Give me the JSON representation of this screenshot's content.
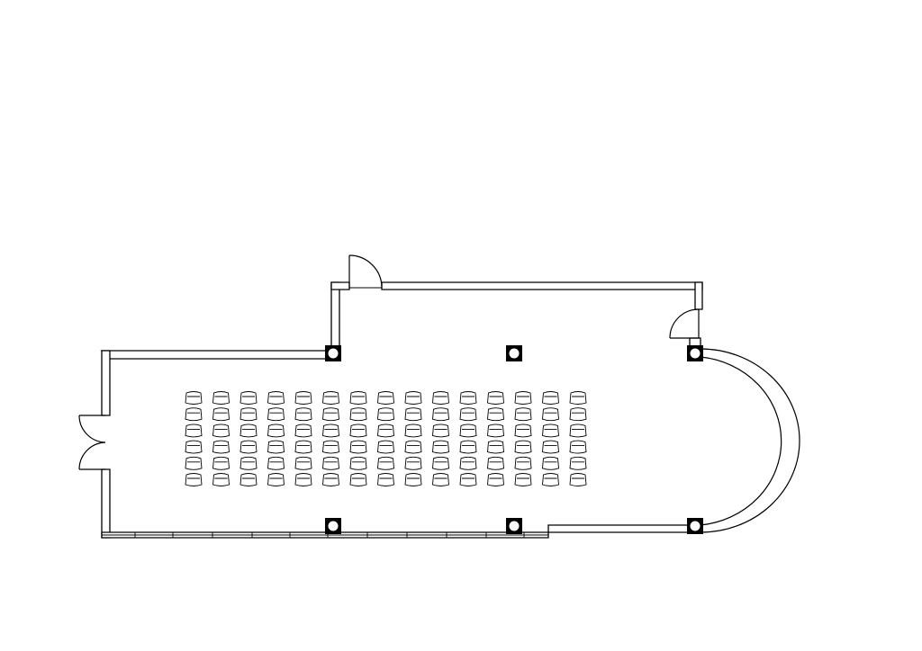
{
  "plan": {
    "chair_columns": 15,
    "chair_rows": 6,
    "columns_count": 6,
    "doors_count": 3
  },
  "colors": {
    "line": "#000000",
    "background": "#ffffff"
  }
}
